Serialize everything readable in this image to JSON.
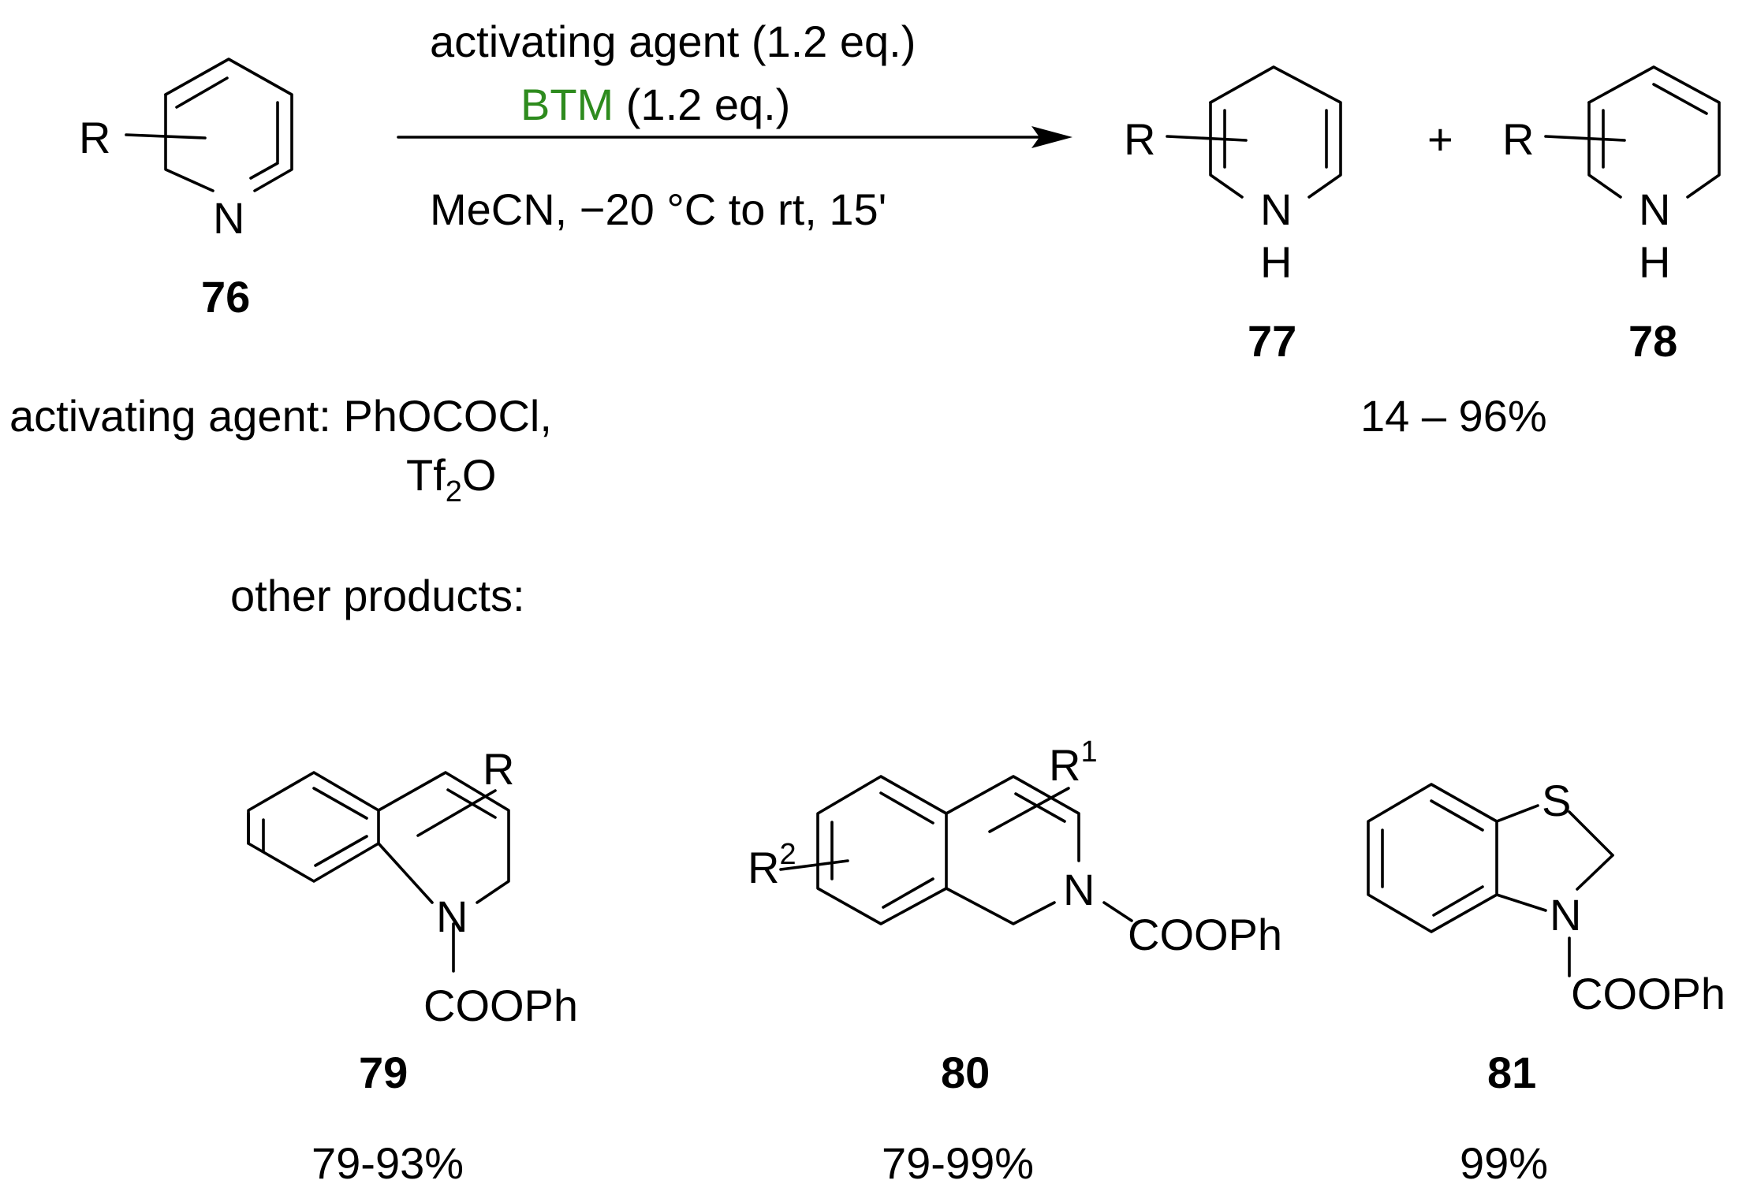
{
  "reaction": {
    "reagent_line1": "activating agent (1.2 eq.)",
    "reagent_btm": "BTM",
    "reagent_btm_eq": " (1.2 eq.)",
    "conditions": "MeCN, −20 °C to rt, 15'",
    "btm_color": "#2e8b1e",
    "plus": "+"
  },
  "compounds": {
    "c76": {
      "number": "76",
      "r": "R",
      "n": "N"
    },
    "c77": {
      "number": "77",
      "r": "R",
      "n": "N",
      "h": "H"
    },
    "c78": {
      "number": "78",
      "r": "R",
      "n": "N",
      "h": "H"
    },
    "c79": {
      "number": "79",
      "r": "R",
      "n": "N",
      "sub": "COOPh",
      "yield": "79-93%"
    },
    "c80": {
      "number": "80",
      "r1": "R",
      "r1_sup": "1",
      "r2": "R",
      "r2_sup": "2",
      "n": "N",
      "sub": "COOPh",
      "yield": "79-99%"
    },
    "c81": {
      "number": "81",
      "s": "S",
      "n": "N",
      "sub": "COOPh",
      "yield": "99%"
    }
  },
  "yield_range": "14 – 96%",
  "activating_agent": {
    "label": "activating agent: PhOCOCl,",
    "tf": "Tf",
    "tf_sub": "2",
    "tf_o": "O"
  },
  "other_products_label": "other products:"
}
